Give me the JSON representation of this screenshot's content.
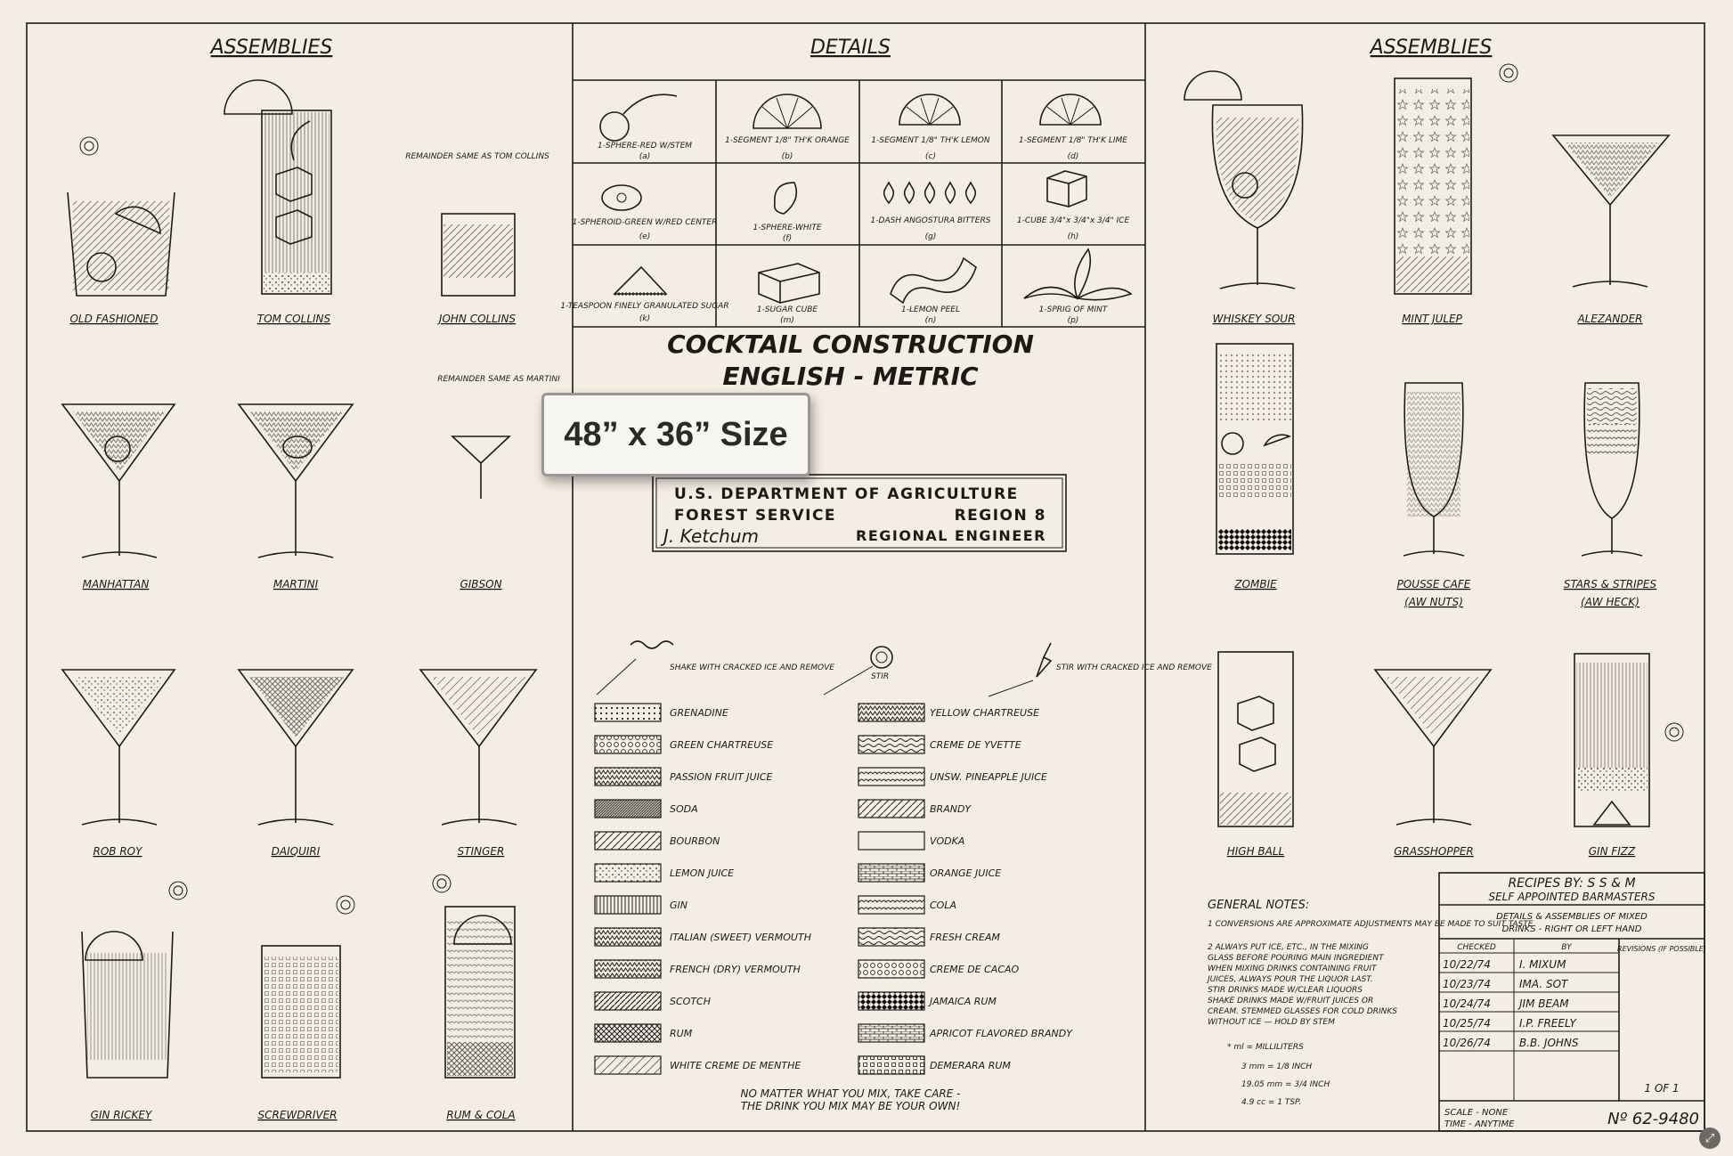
{
  "headers": {
    "left": "ASSEMBLIES",
    "center": "DETAILS",
    "right": "ASSEMBLIES"
  },
  "title": {
    "line1": "COCKTAIL CONSTRUCTION",
    "line2": "ENGLISH - METRIC"
  },
  "size_badge": "48” x 36” Size",
  "usda": {
    "line1": "U.S. DEPARTMENT OF AGRICULTURE",
    "line2_left": "FOREST SERVICE",
    "line2_right": "REGION 8",
    "signature": "J. Ketchum",
    "line3": "REGIONAL ENGINEER"
  },
  "details": [
    {
      "label": "1-SPHERE-RED W/STEM",
      "code": "(a)"
    },
    {
      "label": "1-SEGMENT 1/8\" TH'K ORANGE",
      "code": "(b)"
    },
    {
      "label": "1-SEGMENT 1/8\" TH'K LEMON",
      "code": "(c)"
    },
    {
      "label": "1-SEGMENT 1/8\" TH'K LIME",
      "code": "(d)"
    },
    {
      "label": "1-SPHEROID-GREEN W/RED CENTER",
      "code": "(e)"
    },
    {
      "label": "1-SPHERE-WHITE",
      "code": "(f)"
    },
    {
      "label": "1-DASH ANGOSTURA BITTERS",
      "code": "(g)"
    },
    {
      "label": "1-CUBE 3/4\"x 3/4\"x 3/4\" ICE",
      "code": "(h)"
    },
    {
      "label": "1-TEASPOON FINELY GRANULATED SUGAR",
      "code": "(k)"
    },
    {
      "label": "1-SUGAR CUBE",
      "code": "(m)"
    },
    {
      "label": "1-LEMON PEEL",
      "code": "(n)"
    },
    {
      "label": "1-SPRIG OF MINT",
      "code": "(p)"
    }
  ],
  "actions": [
    {
      "label": "SHAKE WITH CRACKED ICE AND REMOVE"
    },
    {
      "label": "STIR"
    },
    {
      "label": "STIR WITH CRACKED ICE AND REMOVE"
    }
  ],
  "legend_left": [
    {
      "label": "GRENADINE",
      "pattern": "dots"
    },
    {
      "label": "GREEN CHARTREUSE",
      "pattern": "gcg"
    },
    {
      "label": "PASSION FRUIT JUICE",
      "pattern": "pf"
    },
    {
      "label": "SODA",
      "pattern": "dense"
    },
    {
      "label": "BOURBON",
      "pattern": "diag"
    },
    {
      "label": "LEMON JUICE",
      "pattern": "speck"
    },
    {
      "label": "GIN",
      "pattern": "vert"
    },
    {
      "label": "ITALIAN (SWEET) VERMOUTH",
      "pattern": "zig"
    },
    {
      "label": "FRENCH (DRY) VERMOUTH",
      "pattern": "zig2"
    },
    {
      "label": "SCOTCH",
      "pattern": "diag2"
    },
    {
      "label": "RUM",
      "pattern": "cross"
    },
    {
      "label": "WHITE CREME DE MENTHE",
      "pattern": "diag3"
    }
  ],
  "legend_right": [
    {
      "label": "YELLOW CHARTREUSE",
      "pattern": "yc"
    },
    {
      "label": "CREME DE YVETTE",
      "pattern": "wave"
    },
    {
      "label": "UNSW. PINEAPPLE JUICE",
      "pattern": "up"
    },
    {
      "label": "BRANDY",
      "pattern": "diag"
    },
    {
      "label": "VODKA",
      "pattern": "blank"
    },
    {
      "label": "ORANGE JUICE",
      "pattern": "bricks"
    },
    {
      "label": "COLA",
      "pattern": "scallop"
    },
    {
      "label": "FRESH CREAM",
      "pattern": "wave2"
    },
    {
      "label": "CREME DE CACAO",
      "pattern": "circles"
    },
    {
      "label": "JAMAICA RUM",
      "pattern": "checker"
    },
    {
      "label": "APRICOT FLAVORED BRANDY",
      "pattern": "ab"
    },
    {
      "label": "DEMERARA RUM",
      "pattern": "or"
    }
  ],
  "footer_note": {
    "line1": "NO MATTER WHAT YOU MIX, TAKE CARE -",
    "line2": "THE DRINK YOU MIX MAY BE YOUR OWN!"
  },
  "drinks_left": [
    {
      "name": "OLD FASHIONED"
    },
    {
      "name": "TOM COLLINS"
    },
    {
      "name": "JOHN COLLINS"
    },
    {
      "name": "MANHATTAN"
    },
    {
      "name": "MARTINI"
    },
    {
      "name": "GIBSON"
    },
    {
      "name": "ROB ROY"
    },
    {
      "name": "DAIQUIRI"
    },
    {
      "name": "STINGER"
    },
    {
      "name": "GIN RICKEY"
    },
    {
      "name": "SCREWDRIVER"
    },
    {
      "name": "RUM & COLA"
    }
  ],
  "drinks_right": [
    {
      "name": "WHISKEY SOUR"
    },
    {
      "name": "MINT JULEP"
    },
    {
      "name": "ALEZANDER"
    },
    {
      "name": "ZOMBIE"
    },
    {
      "name": "POUSSE CAFE",
      "sub": "(AW NUTS)"
    },
    {
      "name": "STARS & STRIPES",
      "sub": "(AW HECK)"
    },
    {
      "name": "HIGH BALL"
    },
    {
      "name": "GRASSHOPPER"
    },
    {
      "name": "GIN FIZZ"
    }
  ],
  "remainder_notes": {
    "john": "REMAINDER SAME AS TOM COLLINS",
    "gibson": "REMAINDER SAME AS MARTINI"
  },
  "general_notes": {
    "title": "GENERAL NOTES:",
    "n1": "1 CONVERSIONS ARE APPROXIMATE ADJUSTMENTS MAY BE MADE TO SUIT TASTE",
    "n2a": "2 ALWAYS PUT ICE, ETC., IN THE MIXING",
    "n2b": "GLASS BEFORE POURING MAIN INGREDIENT",
    "n2c": "WHEN MIXING DRINKS CONTAINING FRUIT",
    "n2d": "JUICES, ALWAYS POUR THE LIQUOR LAST.",
    "n2e": "STIR DRINKS MADE W/CLEAR LIQUORS",
    "n2f": "SHAKE DRINKS MADE W/FRUIT JUICES OR",
    "n2g": "CREAM. STEMMED GLASSES FOR COLD DRINKS",
    "n2h": "WITHOUT ICE — HOLD BY STEM",
    "units1": "* ml = MILLILITERS",
    "units2": "3 mm = 1/8 INCH",
    "units3": "19.05 mm = 3/4 INCH",
    "units4": "4.9 cc = 1 TSP."
  },
  "title_block": {
    "recipes": "RECIPES BY: S S & M",
    "sab": "SELF APPOINTED BARMASTERS",
    "details1": "DETAILS & ASSEMBLIES OF MIXED",
    "details2": "DRINKS - RIGHT OR LEFT HAND",
    "checked_h": "CHECKED",
    "by_h": "BY",
    "rev_h": "REVISIONS (IF POSSIBLE)",
    "rows": [
      {
        "date": "10/22/74",
        "by": "I. MIXUM"
      },
      {
        "date": "10/23/74",
        "by": "IMA. SOT"
      },
      {
        "date": "10/24/74",
        "by": "JIM BEAM"
      },
      {
        "date": "10/25/74",
        "by": "I.P. FREELY"
      },
      {
        "date": "10/26/74",
        "by": "B.B. JOHNS"
      }
    ],
    "sheet": "1 OF 1",
    "scale": "SCALE - NONE",
    "time": "TIME - ANYTIME",
    "number": "Nº 62-9480"
  }
}
